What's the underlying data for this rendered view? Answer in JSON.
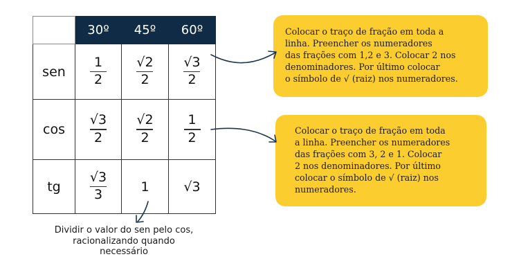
{
  "table": {
    "corner": "",
    "angles": [
      "30º",
      "45º",
      "60º"
    ],
    "rows": [
      {
        "fn": "sen",
        "cells": [
          {
            "num": "1",
            "den": "2"
          },
          {
            "num": "√2",
            "den": "2"
          },
          {
            "num": "√3",
            "den": "2"
          }
        ]
      },
      {
        "fn": "cos",
        "cells": [
          {
            "num": "√3",
            "den": "2"
          },
          {
            "num": "√2",
            "den": "2"
          },
          {
            "num": "1",
            "den": "2"
          }
        ]
      },
      {
        "fn": "tg",
        "cells": [
          {
            "num": "√3",
            "den": "3"
          },
          {
            "value": "1"
          },
          {
            "value": "√3"
          }
        ]
      }
    ]
  },
  "notes": {
    "sen_note": {
      "lines": [
        "Colocar o traço de fração em toda a",
        "linha. Preencher os numeradores",
        "das frações com 1,2 e 3. Colocar 2 nos",
        "denominadores. Por último colocar",
        "o símbolo de √ (raiz) nos numeradores."
      ]
    },
    "cos_note": {
      "lines": [
        "Colocar o traço de fração em toda",
        "a linha. Preencher os numeradores",
        "das frações com 3, 2 e 1. Colocar",
        "2 nos denominadores. Por último",
        "colocar o símbolo de √ (raiz) nos",
        "numeradores."
      ]
    },
    "tg_note": {
      "lines": [
        "Dividir o valor do sen pelo cos,",
        "racionalizando quando",
        "necessário"
      ]
    }
  },
  "colors": {
    "header_bg": "#0f2b46",
    "note_bg": "#fbcd2e",
    "arrow": "#1c3550"
  }
}
